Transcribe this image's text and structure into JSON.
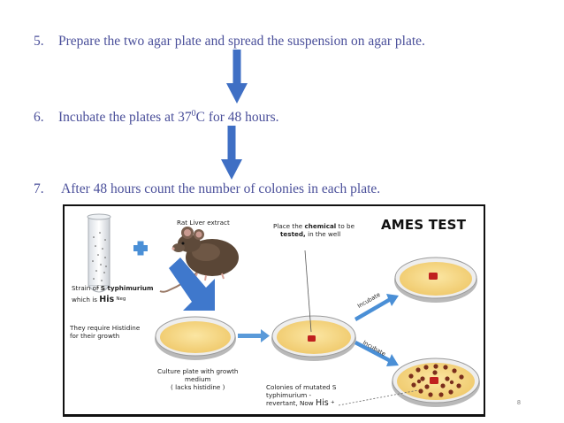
{
  "steps": [
    {
      "number": "5.",
      "text": "Prepare the two agar plate and spread the suspension on agar plate."
    },
    {
      "number": "6.",
      "text_before": "Incubate the plates at 37",
      "superscript": "0",
      "text_after": "C for 48 hours."
    },
    {
      "number": "7.",
      "text": "After 48 hours count the number of colonies in each plate."
    }
  ],
  "figure": {
    "title": "AMES TEST",
    "labels": {
      "rat_liver": "Rat Liver extract",
      "place_chemical_1a": "Place the ",
      "place_chemical_1b": "chemical",
      "place_chemical_1c": " to be",
      "place_chemical_2a": "tested,",
      "place_chemical_2b": " in the well",
      "strain_1a": "Strain of ",
      "strain_1b": "S typhimurium",
      "strain_2a": "which is ",
      "strain_his": "His",
      "strain_neg": "Neg",
      "require_1": "They require Histidine",
      "require_2": "for their growth",
      "culture_1": "Culture plate with growth",
      "culture_2": "medium",
      "culture_3": "( lacks histidine )",
      "colonies_1": "Colonies of mutated S",
      "colonies_2": "typhimurium -",
      "colonies_3a": "revertant, Now ",
      "colonies_his": "His",
      "colonies_plus": "+",
      "incubate_top": "Incubate",
      "incubate_bottom": "Incubate"
    }
  },
  "page_number": "8",
  "colors": {
    "text": "#4a4f9a",
    "arrow": "#3f6fc4",
    "agar": "#f6d889",
    "colony": "#c0201f",
    "plate_rim": "#9a9a9a"
  }
}
